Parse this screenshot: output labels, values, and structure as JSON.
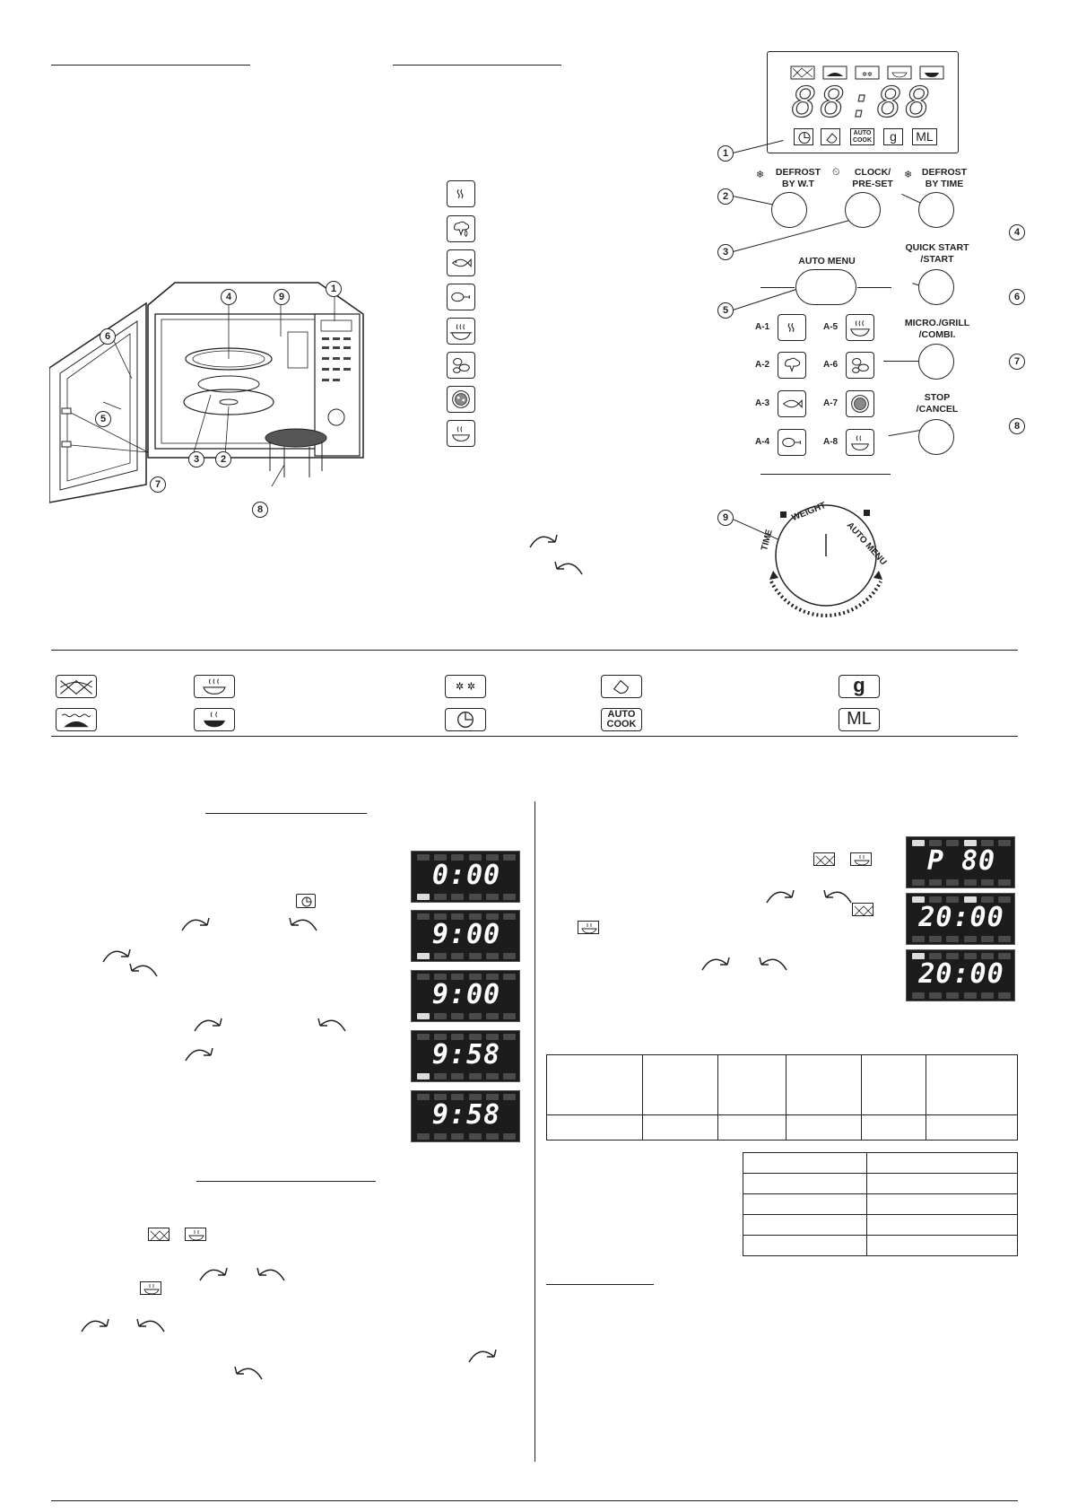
{
  "panel": {
    "display_time": "88:88",
    "display_bottom": {
      "auto_cook": "AUTO\nCOOK",
      "weight": "g",
      "volume": "ML"
    },
    "buttons": {
      "defrost_wt": "DEFROST\nBY W.T",
      "clock": "CLOCK/\nPRE-SET",
      "defrost_time": "DEFROST\nBY TIME",
      "auto_menu": "AUTO MENU",
      "quick_start": "QUICK START\n/START",
      "micro_grill": "MICRO./GRILL\n/COMBI.",
      "stop": "STOP\n/CANCEL"
    },
    "auto_menus": [
      "A-1",
      "A-2",
      "A-3",
      "A-4",
      "A-5",
      "A-6",
      "A-7",
      "A-8"
    ],
    "dial": {
      "time": "TIME",
      "weight": "WEIGHT",
      "auto_menu": "AUTO MENU"
    },
    "callouts": [
      "1",
      "2",
      "3",
      "4",
      "5",
      "6",
      "7",
      "8",
      "9"
    ]
  },
  "oven_diagram": {
    "callouts": [
      "1",
      "2",
      "3",
      "4",
      "5",
      "6",
      "7",
      "8",
      "9"
    ]
  },
  "legend": {
    "auto_cook": "AUTO\nCOOK",
    "weight": "g",
    "volume": "ML"
  },
  "clock_lcds": [
    "0:00",
    "9:00",
    "9:00",
    "9:58",
    "9:58"
  ],
  "cook_lcds": [
    "P 80",
    "20:00",
    "20:00"
  ]
}
